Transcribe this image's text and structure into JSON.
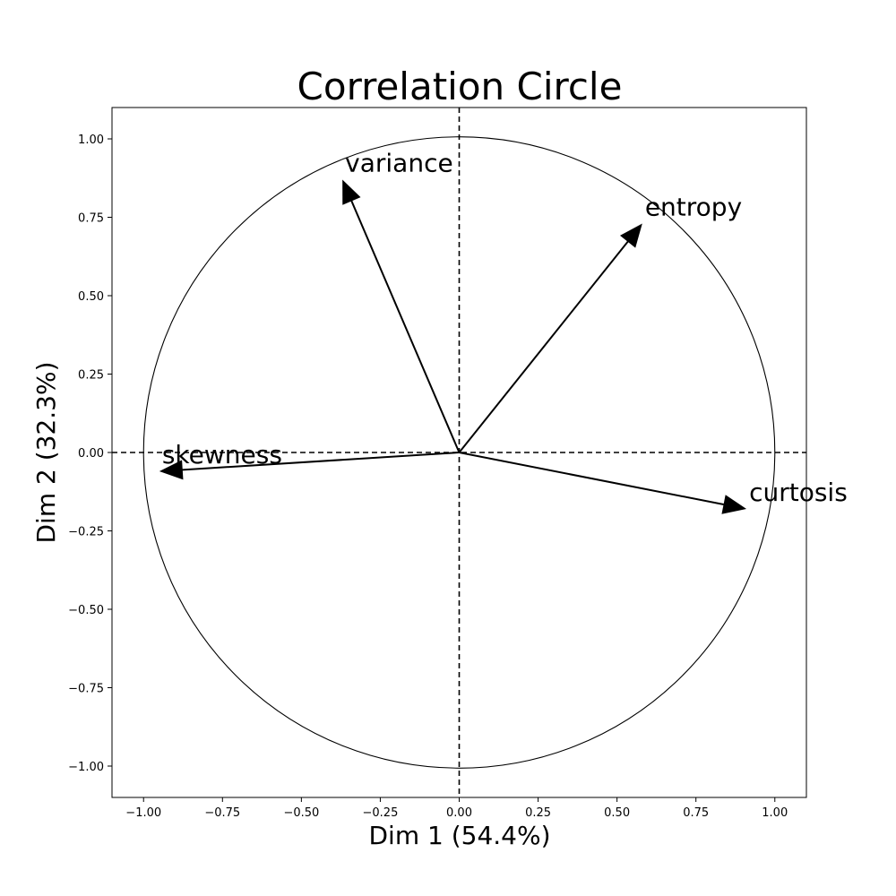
{
  "chart_data": {
    "type": "scatter",
    "subtype": "correlation-circle",
    "title": "Correlation Circle",
    "xlabel": "Dim 1 (54.4%)",
    "ylabel": "Dim 2 (32.3%)",
    "xlim": [
      -1.1,
      1.1
    ],
    "ylim": [
      -1.1,
      1.1
    ],
    "x_ticks": [
      -1.0,
      -0.75,
      -0.5,
      -0.25,
      0.0,
      0.25,
      0.5,
      0.75,
      1.0
    ],
    "y_ticks": [
      -1.0,
      -0.75,
      -0.5,
      -0.25,
      0.0,
      0.25,
      0.5,
      0.75,
      1.0
    ],
    "x_tick_labels": [
      "−1.00",
      "−0.75",
      "−0.50",
      "−0.25",
      "0.00",
      "0.25",
      "0.50",
      "0.75",
      "1.00"
    ],
    "y_tick_labels": [
      "−1.00",
      "−0.75",
      "−0.50",
      "−0.25",
      "0.00",
      "0.25",
      "0.50",
      "0.75",
      "1.00"
    ],
    "unit_circle": true,
    "grid": false,
    "reference_lines": [
      {
        "axis": "x",
        "value": 0,
        "style": "dashed"
      },
      {
        "axis": "y",
        "value": 0,
        "style": "dashed"
      }
    ],
    "vectors": [
      {
        "label": "variance",
        "x": -0.37,
        "y": 0.87
      },
      {
        "label": "entropy",
        "x": 0.58,
        "y": 0.73
      },
      {
        "label": "skewness",
        "x": -0.95,
        "y": -0.06
      },
      {
        "label": "curtosis",
        "x": 0.91,
        "y": -0.18
      }
    ],
    "colors": {
      "arrow": "#000000",
      "circle": "#000000",
      "frame": "#000000"
    }
  }
}
